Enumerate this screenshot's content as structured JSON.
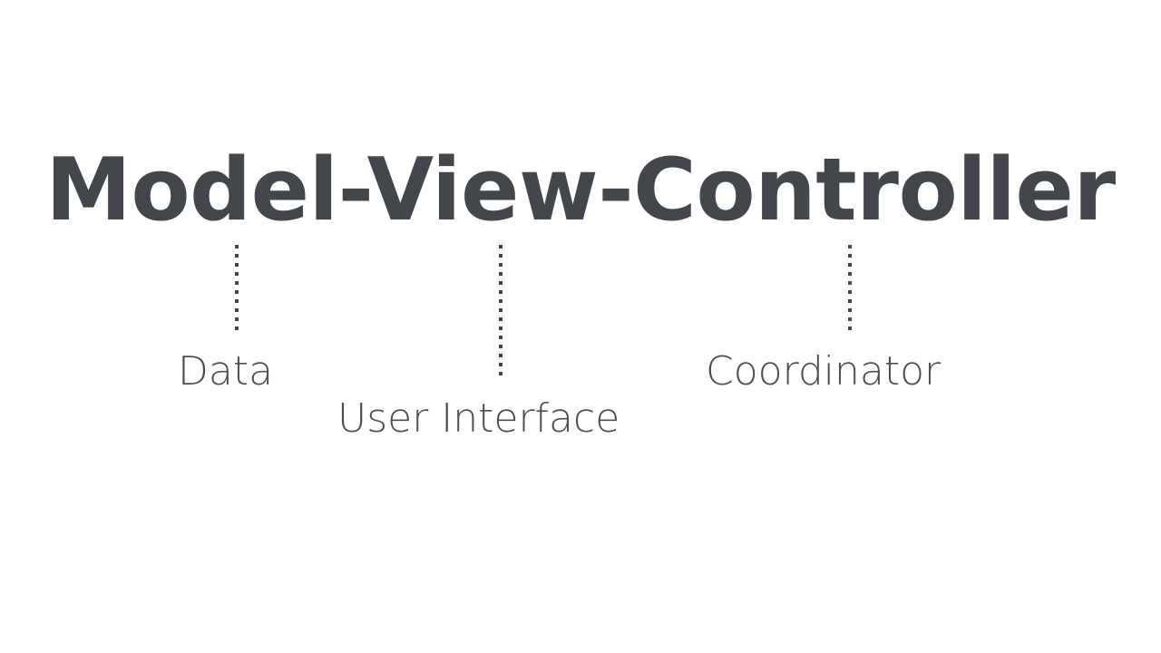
{
  "slide": {
    "background_color": "#ffffff",
    "text_color": "#43474b",
    "title": "Model-View-Controller",
    "annotations": [
      {
        "term": "Model",
        "label": "Data",
        "connector": "dotted-vertical-line"
      },
      {
        "term": "View",
        "label": "User Interface",
        "connector": "dotted-vertical-line"
      },
      {
        "term": "Controller",
        "label": "Coordinator",
        "connector": "dotted-vertical-line"
      }
    ]
  }
}
